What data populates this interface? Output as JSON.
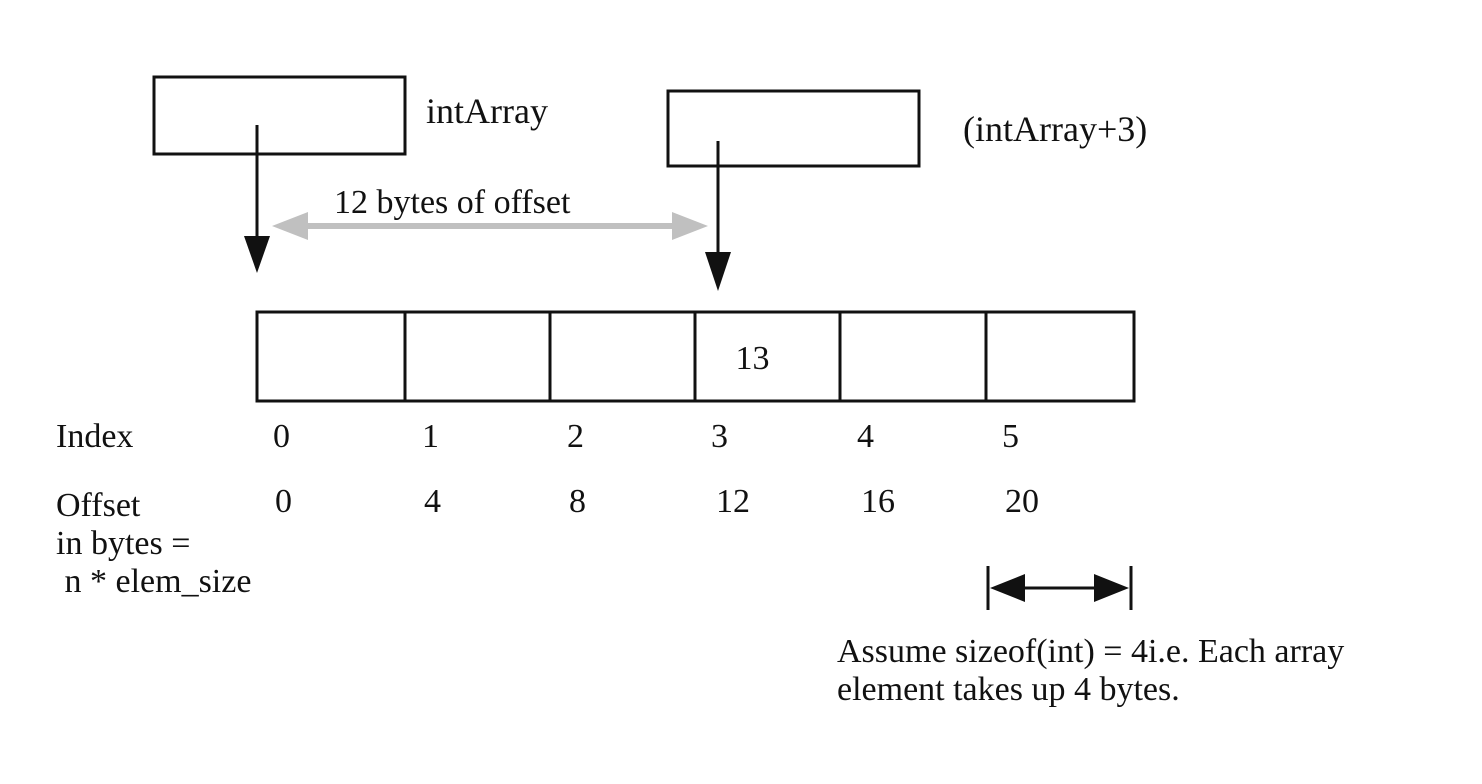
{
  "pointers": {
    "int_array_label": "intArray",
    "offset_pointer_label": "(intArray+3)"
  },
  "offset_span_label": "12 bytes of offset",
  "array": {
    "cells": [
      "",
      "",
      "",
      "13",
      "",
      ""
    ]
  },
  "rows": {
    "index_label": "Index",
    "index_values": [
      "0",
      "1",
      "2",
      "3",
      "4",
      "5"
    ],
    "offset_label_line1": "Offset",
    "offset_label_line2": "in bytes =",
    "offset_label_line3": " n * elem_size",
    "offset_values": [
      "0",
      "4",
      "8",
      "12",
      "16",
      "20"
    ]
  },
  "note": {
    "line1": "Assume sizeof(int) = 4i.e. Each array",
    "line2": "element takes up 4 bytes."
  },
  "colors": {
    "line": "#111111",
    "offset_arrow": "#c0c0c0"
  }
}
